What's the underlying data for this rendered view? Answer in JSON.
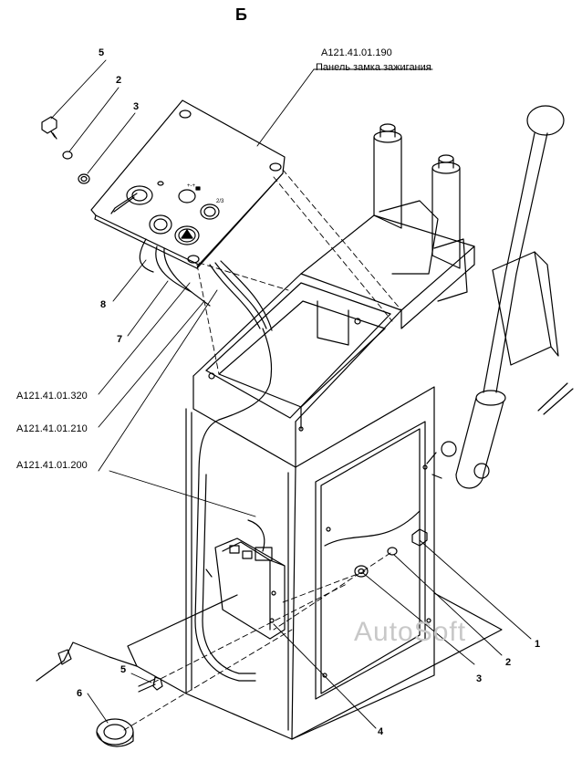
{
  "sheet_label": "Б",
  "panel": {
    "code": "А121.41.01.190",
    "title": "Панель замка зажигания"
  },
  "harness_codes": [
    "А121.41.01.320",
    "А121.41.01.210",
    "А121.41.01.200"
  ],
  "callouts": {
    "c5_top": "5",
    "c2_top": "2",
    "c3_top": "3",
    "c8": "8",
    "c7": "7",
    "c1": "1",
    "c2_right": "2",
    "c3_right": "3",
    "c4": "4",
    "c5_bottom": "5",
    "c6": "6"
  },
  "watermark": "AutoSoft"
}
